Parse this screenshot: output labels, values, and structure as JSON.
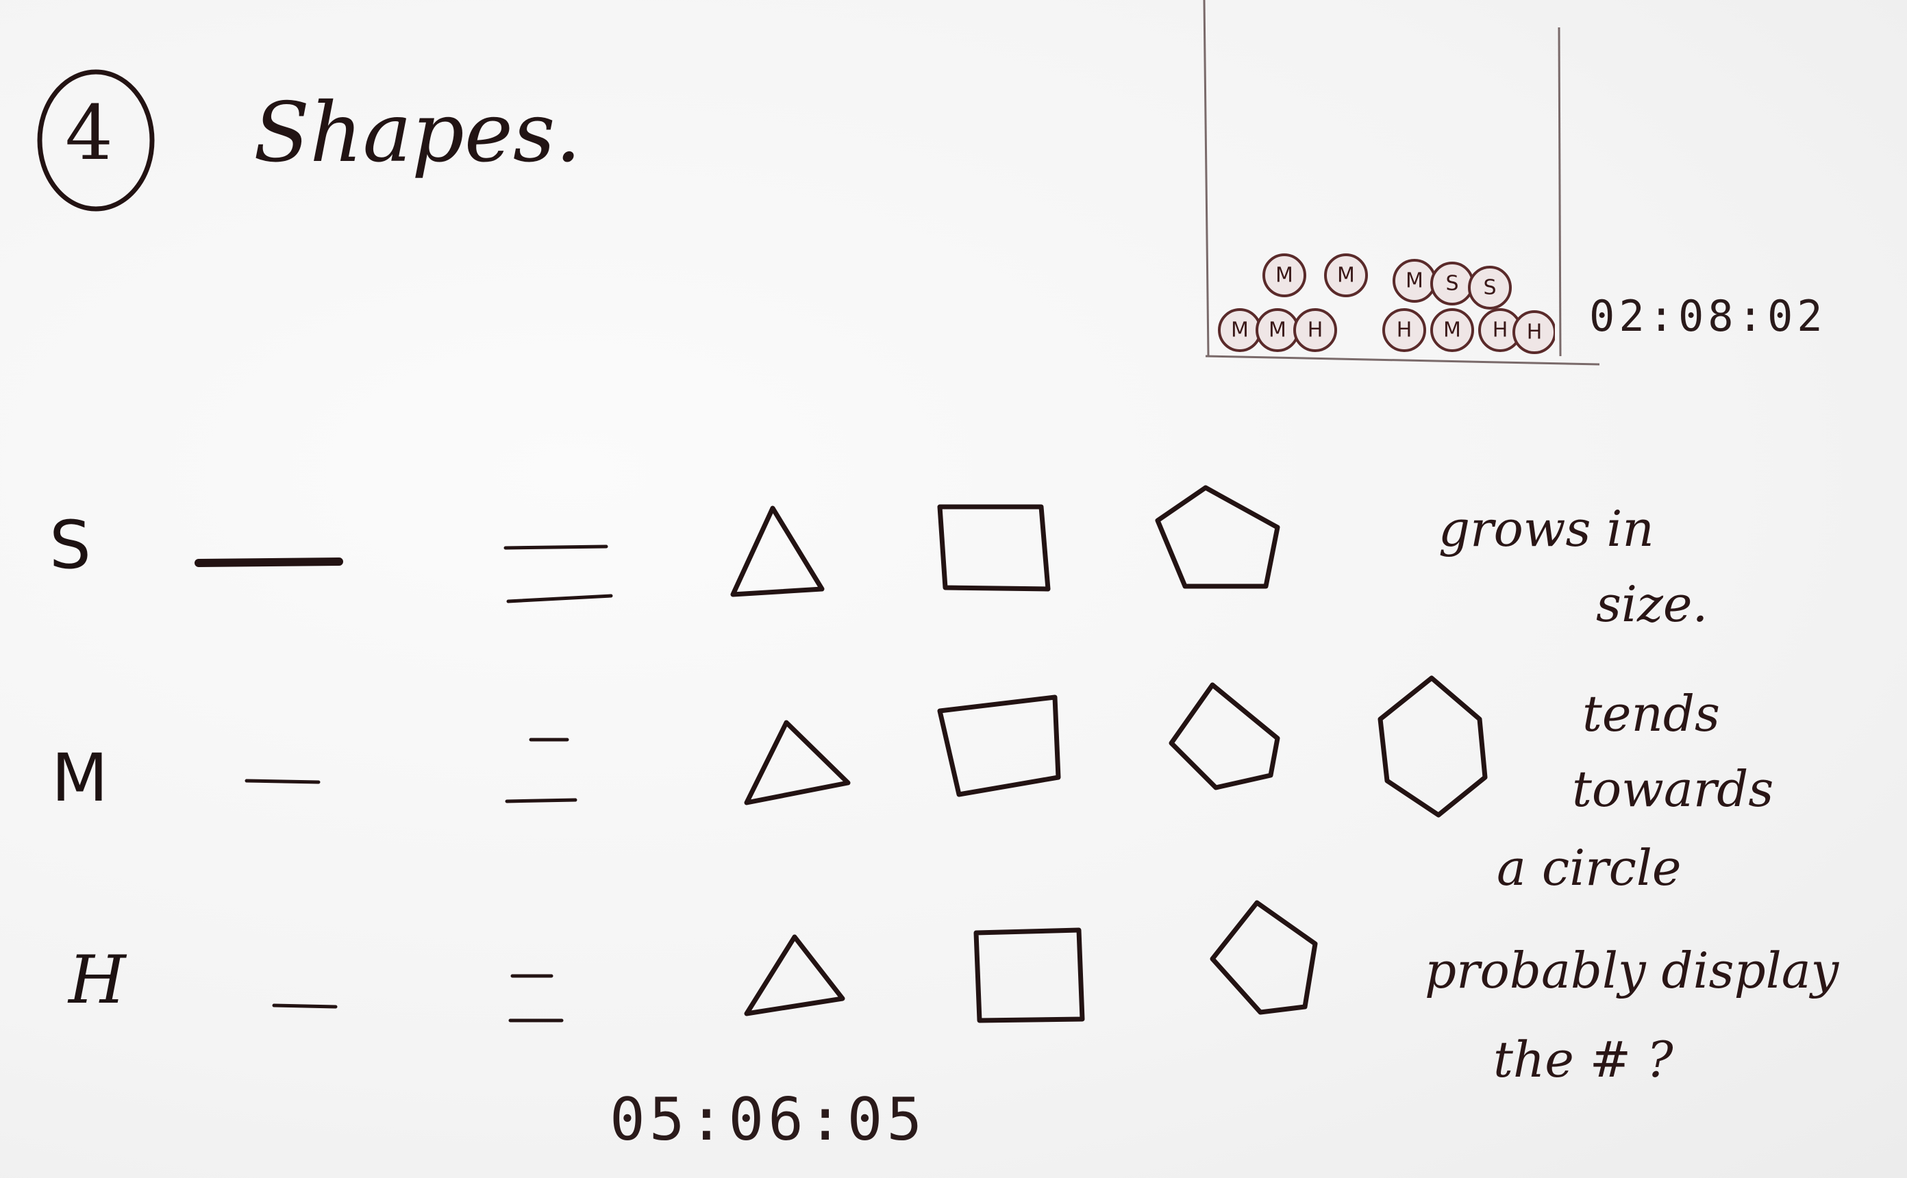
{
  "header": {
    "number": "4",
    "title": "Shapes."
  },
  "preview": {
    "balls": [
      "M",
      "M",
      "M",
      "S",
      "S",
      "M",
      "M",
      "H",
      "H",
      "M",
      "H",
      "H"
    ],
    "timer": "02:08:02"
  },
  "rows": [
    {
      "label": "S",
      "note": [
        "grows in",
        "size."
      ]
    },
    {
      "label": "M",
      "note": [
        "tends",
        "towards",
        "a circle"
      ]
    },
    {
      "label": "H",
      "note": [
        "probably display",
        "the # ?"
      ]
    }
  ],
  "bottom_timer": "05:06:05",
  "colors": {
    "ink": "#231313",
    "pencil": "#7a6a6a",
    "ball": "#5a2a2a"
  }
}
